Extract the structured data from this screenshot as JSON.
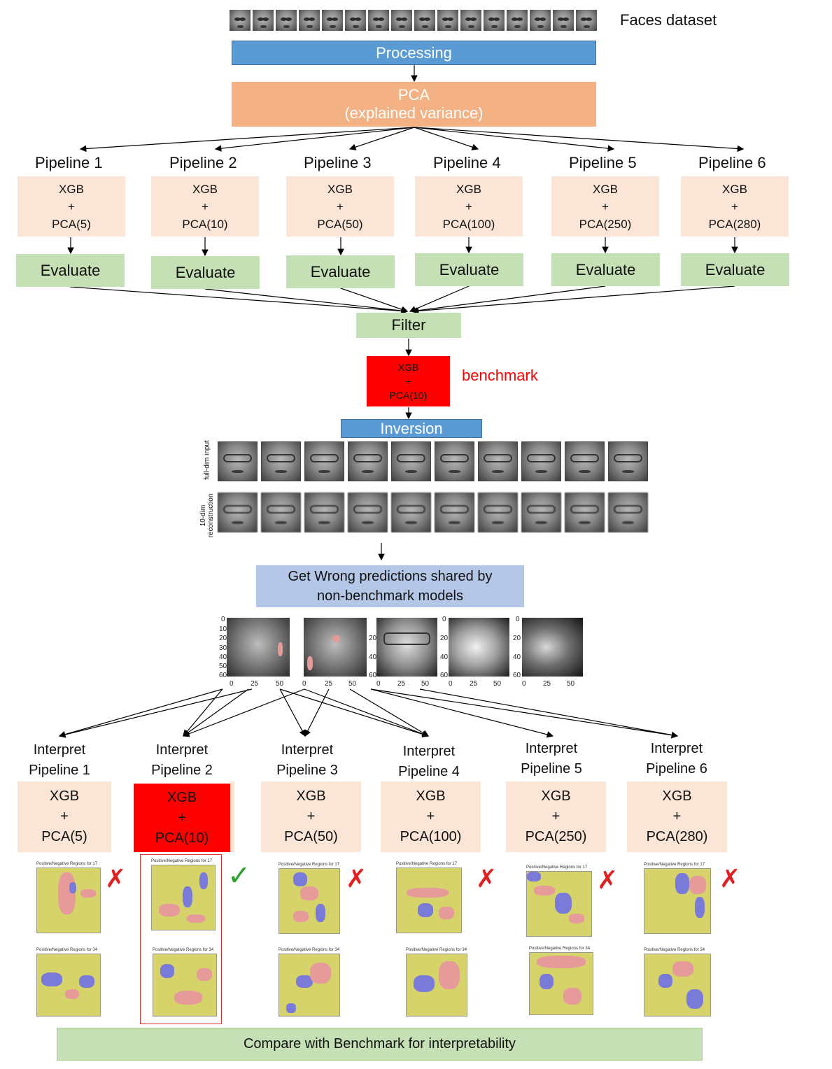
{
  "dataset_label": "Faces dataset",
  "processing_label": "Processing",
  "pca_label_line1": "PCA",
  "pca_label_line2": "(explained variance)",
  "pipelines": [
    {
      "name": "Pipeline 1",
      "model": "XGB",
      "plus": "+",
      "pca": "PCA(5)",
      "evaluate": "Evaluate"
    },
    {
      "name": "Pipeline 2",
      "model": "XGB",
      "plus": "+",
      "pca": "PCA(10)",
      "evaluate": "Evaluate"
    },
    {
      "name": "Pipeline 3",
      "model": "XGB",
      "plus": "+",
      "pca": "PCA(50)",
      "evaluate": "Evaluate"
    },
    {
      "name": "Pipeline 4",
      "model": "XGB",
      "plus": "+",
      "pca": "PCA(100)",
      "evaluate": "Evaluate"
    },
    {
      "name": "Pipeline 5",
      "model": "XGB",
      "plus": "+",
      "pca": "PCA(250)",
      "evaluate": "Evaluate"
    },
    {
      "name": "Pipeline 6",
      "model": "XGB",
      "plus": "+",
      "pca": "PCA(280)",
      "evaluate": "Evaluate"
    }
  ],
  "filter_label": "Filter",
  "benchmark": {
    "model": "XGB",
    "plus": "+",
    "pca": "PCA(10)",
    "label": "benchmark",
    "label_color": "#ff0000"
  },
  "inversion_label": "Inversion",
  "row_label_input": "full-dim input",
  "row_label_recon": "10-dim reconstruction",
  "wrong_predictions_line1": "Get Wrong predictions shared by",
  "wrong_predictions_line2": "non-benchmark models",
  "shared_ticks": {
    "y": [
      "0",
      "10",
      "20",
      "30",
      "40",
      "50",
      "60"
    ],
    "x": [
      "0",
      "25",
      "50"
    ]
  },
  "interpret": [
    {
      "line1": "Interpret",
      "line2": "Pipeline 1",
      "model": "XGB",
      "plus": "+",
      "pca": "PCA(5)",
      "result": "cross"
    },
    {
      "line1": "Interpret",
      "line2": "Pipeline 2",
      "model": "XGB",
      "plus": "+",
      "pca": "PCA(10)",
      "result": "check"
    },
    {
      "line1": "Interpret",
      "line2": "Pipeline 3",
      "model": "XGB",
      "plus": "+",
      "pca": "PCA(50)",
      "result": "cross"
    },
    {
      "line1": "Interpret",
      "line2": "Pipeline 4",
      "model": "XGB",
      "plus": "+",
      "pca": "PCA(100)",
      "result": "cross"
    },
    {
      "line1": "Interpret",
      "line2": "Pipeline 5",
      "model": "XGB",
      "plus": "+",
      "pca": "PCA(250)",
      "result": "cross"
    },
    {
      "line1": "Interpret",
      "line2": "Pipeline 6",
      "model": "XGB",
      "plus": "+",
      "pca": "PCA(280)",
      "result": "cross"
    }
  ],
  "region_title_17": "Positive/Negative Regions for 17",
  "region_title_34": "Positive/Negative Regions for 34",
  "compare_label": "Compare with Benchmark for interpretability",
  "colors": {
    "blue": "#5b9bd5",
    "orange": "#f4b183",
    "peach": "#fbe5d6",
    "green": "#c5e0b4",
    "red": "#ff0000",
    "lavender": "#b4c7e7"
  }
}
